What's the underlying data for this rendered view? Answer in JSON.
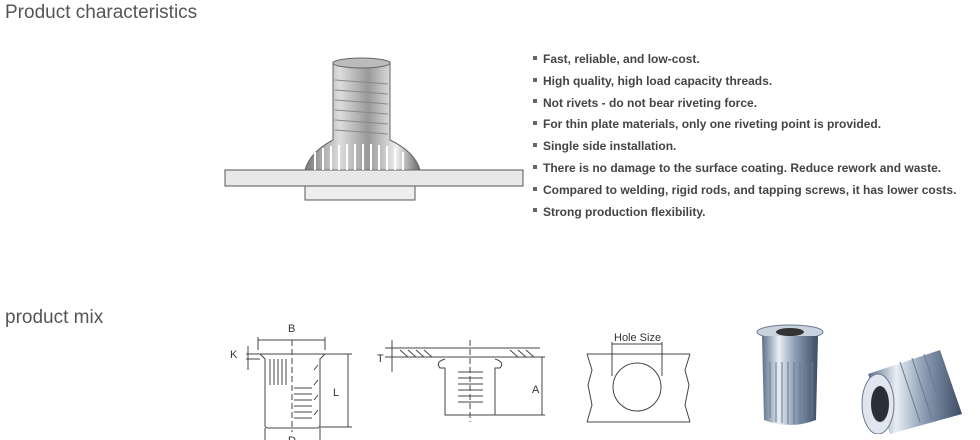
{
  "characteristics": {
    "title": "Product characteristics",
    "items": [
      "Fast, reliable, and low-cost.",
      "High quality, high load capacity threads.",
      "Not rivets - do not bear riveting force.",
      "For thin plate materials, only one riveting point is provided.",
      "Single side installation.",
      "There is no damage to the surface coating. Reduce rework and waste.",
      "Compared to welding, rigid rods, and tapping screws, it has lower costs.",
      "Strong production flexibility."
    ]
  },
  "mix": {
    "title": "product mix",
    "labels": {
      "B": "B",
      "K": "K",
      "L": "L",
      "D": "D",
      "T": "T",
      "A": "A",
      "hole": "Hole Size"
    }
  }
}
